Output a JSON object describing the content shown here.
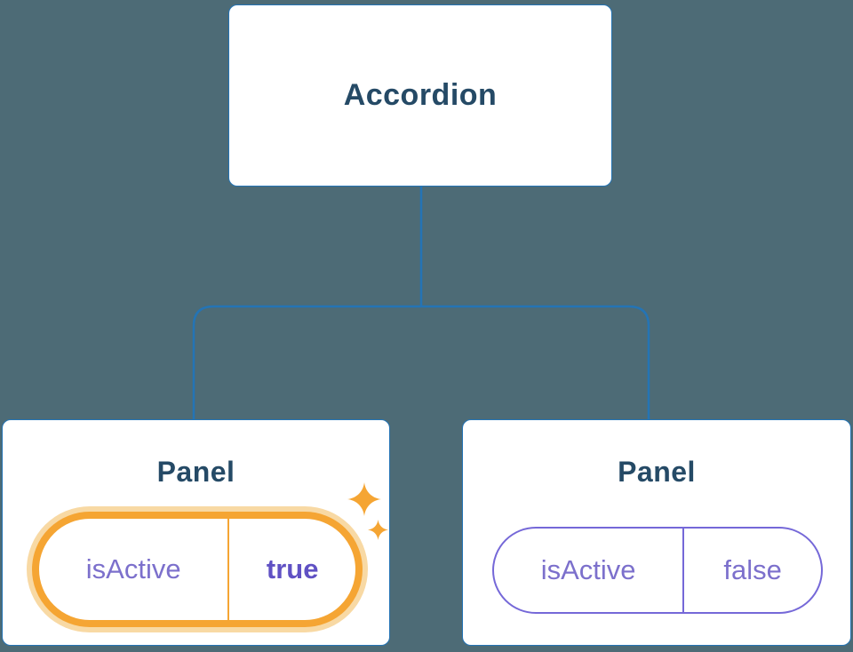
{
  "diagram": {
    "root": {
      "label": "Accordion"
    },
    "children": [
      {
        "label": "Panel",
        "prop": {
          "name": "isActive",
          "value": "true"
        },
        "highlighted": true
      },
      {
        "label": "Panel",
        "prop": {
          "name": "isActive",
          "value": "false"
        },
        "highlighted": false
      }
    ]
  },
  "icons": {
    "sparkles": "sparkles-icon"
  },
  "colors": {
    "background": "#4d6b76",
    "card_bg": "#ffffff",
    "card_border": "#2474b5",
    "connector": "#2474b5",
    "heading_text": "#254a66",
    "purple_text": "#7c70cc",
    "purple_strong": "#6051c4",
    "purple_border": "#7568d8",
    "orange": "#f5a533",
    "orange_soft": "#f8d9a4"
  }
}
